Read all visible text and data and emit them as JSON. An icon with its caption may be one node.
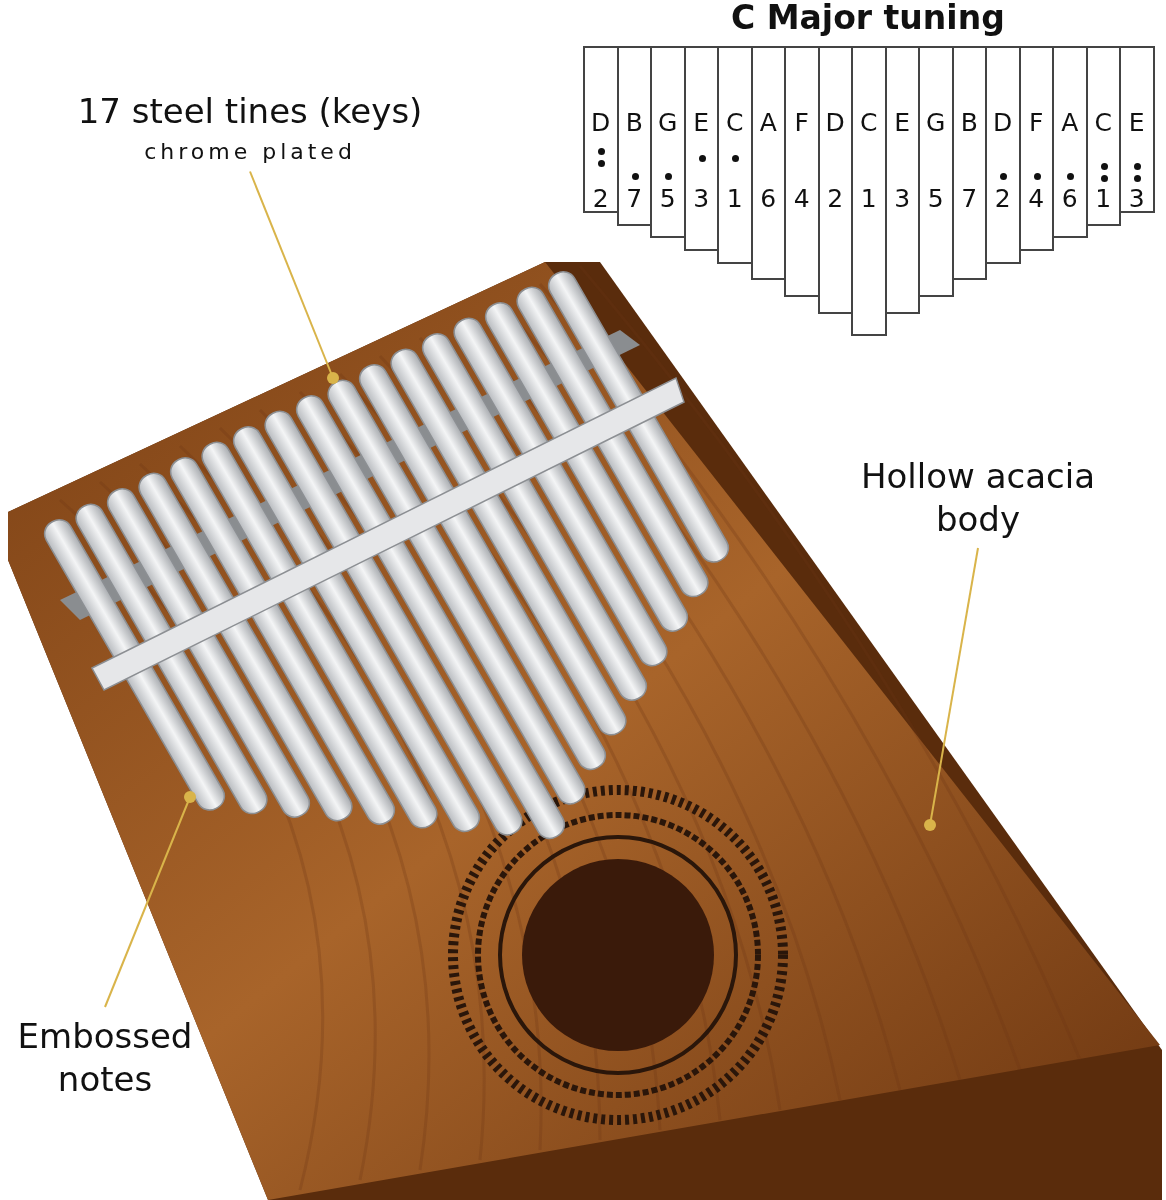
{
  "diagram": {
    "nodes": [
      {
        "text": [
          "17 steel tines (keys)",
          "chrome plated"
        ]
      },
      {
        "text": [
          "Hollow acacia body"
        ]
      },
      {
        "text": [
          "Embossed notes"
        ]
      },
      {
        "text": [
          "D",
          "2"
        ]
      },
      {
        "text": [
          "B",
          "7"
        ]
      },
      {
        "text": [
          "G",
          "5"
        ]
      },
      {
        "text": [
          "E",
          "3"
        ]
      },
      {
        "text": [
          "C",
          "1"
        ]
      },
      {
        "text": [
          "A",
          "6"
        ]
      },
      {
        "text": [
          "F",
          "4"
        ]
      },
      {
        "text": [
          "D",
          "2"
        ]
      },
      {
        "text": [
          "C",
          "1"
        ]
      },
      {
        "text": [
          "E",
          "3"
        ]
      },
      {
        "text": [
          "G",
          "5"
        ]
      },
      {
        "text": [
          "B",
          "7"
        ]
      },
      {
        "text": [
          "D",
          "2"
        ]
      },
      {
        "text": [
          "F",
          "4"
        ]
      },
      {
        "text": [
          "A",
          "6"
        ]
      },
      {
        "text": [
          "C",
          "1"
        ]
      },
      {
        "text": [
          "E",
          "3"
        ]
      }
    ],
    "edges": [
      {
        "from": 0,
        "to": null,
        "arrow": "other"
      },
      {
        "from": 1,
        "to": null,
        "arrow": "other"
      },
      {
        "from": 2,
        "to": null,
        "arrow": "other"
      }
    ],
    "labels": [
      "C Major tuning"
    ]
  }
}
